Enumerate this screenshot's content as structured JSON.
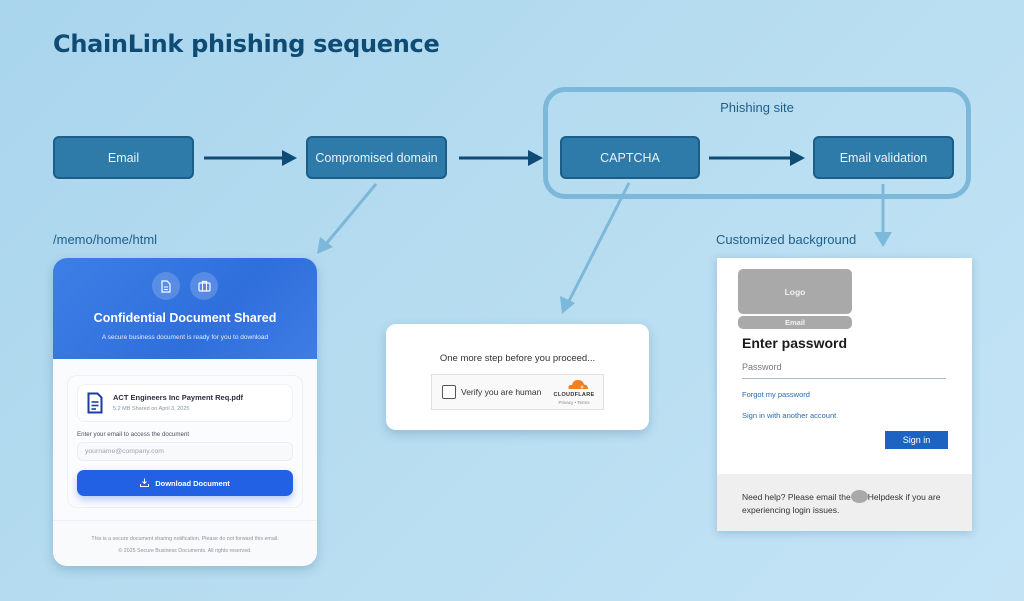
{
  "title": "ChainLink phishing sequence",
  "flow": {
    "nodes": [
      {
        "id": "email",
        "label": "Email"
      },
      {
        "id": "compromised-domain",
        "label": "Compromised domain"
      },
      {
        "id": "captcha",
        "label": "CAPTCHA"
      },
      {
        "id": "email-validation",
        "label": "Email validation"
      }
    ],
    "edges": [
      {
        "from": "email",
        "to": "compromised-domain"
      },
      {
        "from": "compromised-domain",
        "to": "captcha"
      },
      {
        "from": "captcha",
        "to": "email-validation"
      }
    ],
    "group": {
      "label": "Phishing site",
      "members": [
        "captcha",
        "email-validation"
      ]
    }
  },
  "captions": {
    "memo_path": "/memo/home/html",
    "customized_background": "Customized background"
  },
  "document_card": {
    "title": "Confidential Document Shared",
    "subtitle": "A secure business document is ready for you to download",
    "file_name": "ACT Engineers Inc Payment Req.pdf",
    "file_meta": "5.2 MB Shared on April 3, 2025",
    "email_label": "Enter your email to access the document",
    "email_placeholder": "yourname@company.com",
    "download_label": "Download Document",
    "footer_line1": "This is a secure document sharing notification. Please do not forward this email.",
    "footer_line2": "© 2025 Secure Business Documents. All rights reserved.",
    "icons": [
      "document-icon",
      "briefcase-icon"
    ]
  },
  "captcha_card": {
    "heading": "One more step before you proceed...",
    "checkbox_label": "Verify you are human",
    "brand": "CLOUDFLARE",
    "links": "Privacy • Terms",
    "brand_color": "#f38020"
  },
  "login_card": {
    "logo_label": "Logo",
    "email_label": "Email",
    "heading": "Enter password",
    "password_placeholder": "Password",
    "forgot_link": "Forgot my password",
    "other_account_link": "Sign in with another account",
    "sign_in_label": "Sign in",
    "help_prefix": "Need help? Please email the",
    "help_suffix": "Helpdesk if you are experiencing login issues."
  },
  "colors": {
    "node_fill": "#2e7aa8",
    "node_border": "#1b5e88",
    "arrow_dark": "#0f4c75",
    "arrow_light": "#7cb8da",
    "title": "#0f4c75",
    "download_button": "#2261e3",
    "sign_in_button": "#1c63c2"
  }
}
